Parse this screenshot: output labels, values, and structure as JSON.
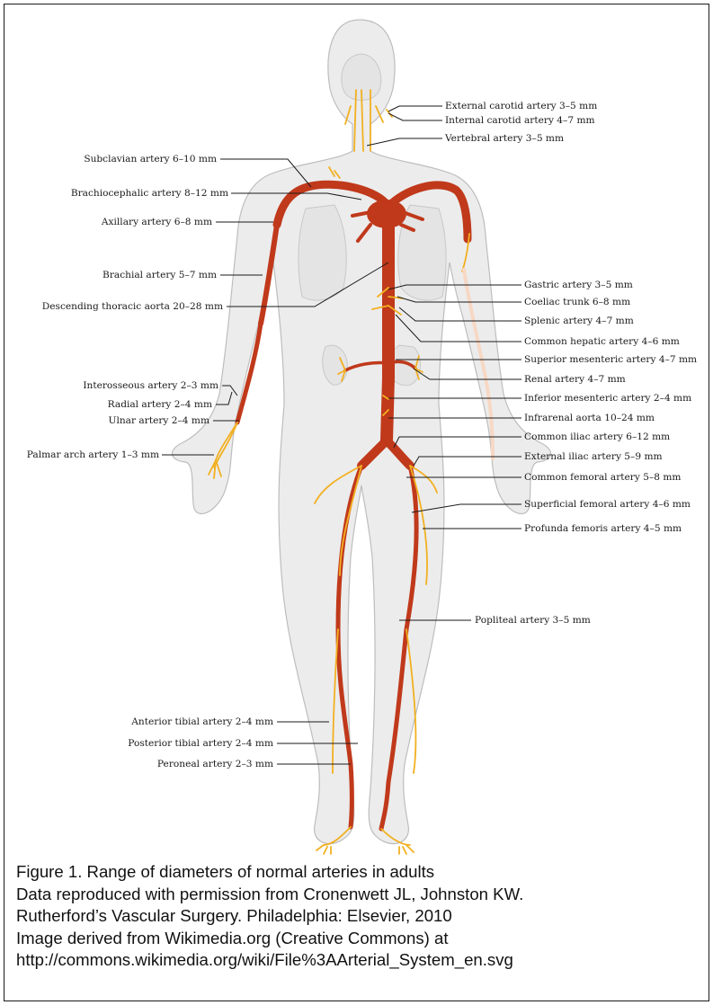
{
  "left_labels": [
    {
      "id": "subclavian",
      "text": "Subclavian artery 6–10 mm"
    },
    {
      "id": "brachiocephalic",
      "text": "Brachiocephalic artery 8–12 mm"
    },
    {
      "id": "axillary",
      "text": "Axillary artery 6–8 mm"
    },
    {
      "id": "brachial",
      "text": "Brachial artery 5–7 mm"
    },
    {
      "id": "descending-aorta",
      "text": "Descending thoracic aorta 20–28 mm"
    },
    {
      "id": "interosseous",
      "text": "Interosseous artery 2–3 mm"
    },
    {
      "id": "radial",
      "text": "Radial artery 2–4 mm"
    },
    {
      "id": "ulnar",
      "text": "Ulnar artery 2–4 mm"
    },
    {
      "id": "palmar-arch",
      "text": "Palmar arch artery 1–3 mm"
    },
    {
      "id": "anterior-tibial",
      "text": "Anterior tibial artery 2–4 mm"
    },
    {
      "id": "posterior-tibial",
      "text": "Posterior tibial artery 2–4 mm"
    },
    {
      "id": "peroneal",
      "text": "Peroneal artery 2–3 mm"
    }
  ],
  "right_labels": [
    {
      "id": "external-carotid",
      "text": "External carotid artery 3–5 mm"
    },
    {
      "id": "internal-carotid",
      "text": "Internal carotid artery 4–7 mm"
    },
    {
      "id": "vertebral",
      "text": "Vertebral artery 3–5 mm"
    },
    {
      "id": "gastric",
      "text": "Gastric artery 3–5 mm"
    },
    {
      "id": "coeliac",
      "text": "Coeliac trunk 6–8 mm"
    },
    {
      "id": "splenic",
      "text": "Splenic artery 4–7 mm"
    },
    {
      "id": "common-hepatic",
      "text": "Common hepatic artery 4–6 mm"
    },
    {
      "id": "superior-mesenteric",
      "text": "Superior mesenteric artery 4–7 mm"
    },
    {
      "id": "renal",
      "text": "Renal artery 4–7 mm"
    },
    {
      "id": "inferior-mesenteric",
      "text": "Inferior mesenteric artery 2–4 mm"
    },
    {
      "id": "infrarenal-aorta",
      "text": "Infrarenal aorta 10–24 mm"
    },
    {
      "id": "common-iliac",
      "text": "Common iliac artery 6–12 mm"
    },
    {
      "id": "external-iliac",
      "text": "External iliac artery 5–9 mm"
    },
    {
      "id": "common-femoral",
      "text": "Common femoral artery 5–8 mm"
    },
    {
      "id": "superficial-femoral",
      "text": "Superficial femoral artery 4–6 mm"
    },
    {
      "id": "profunda-femoris",
      "text": "Profunda femoris artery 4–5 mm"
    },
    {
      "id": "popliteal",
      "text": "Popliteal artery 3–5 mm"
    }
  ],
  "caption": {
    "line1": "Figure 1. Range of diameters of normal arteries in adults",
    "line2": "Data reproduced with permission from Cronenwett JL, Johnston KW.",
    "line3": "Rutherford’s Vascular Surgery. Philadelphia: Elsevier, 2010",
    "line4": "Image derived from Wikimedia.org (Creative Commons) at",
    "line5": "http://commons.wikimedia.org/wiki/File%3AArterial_System_en.svg"
  },
  "colors": {
    "body": "#ececec",
    "body_outline": "#bdbdbd",
    "artery_major": "#c0391b",
    "artery_minor": "#f2b021",
    "leader": "#1a1a1a",
    "organ": "#e6e6e6"
  }
}
